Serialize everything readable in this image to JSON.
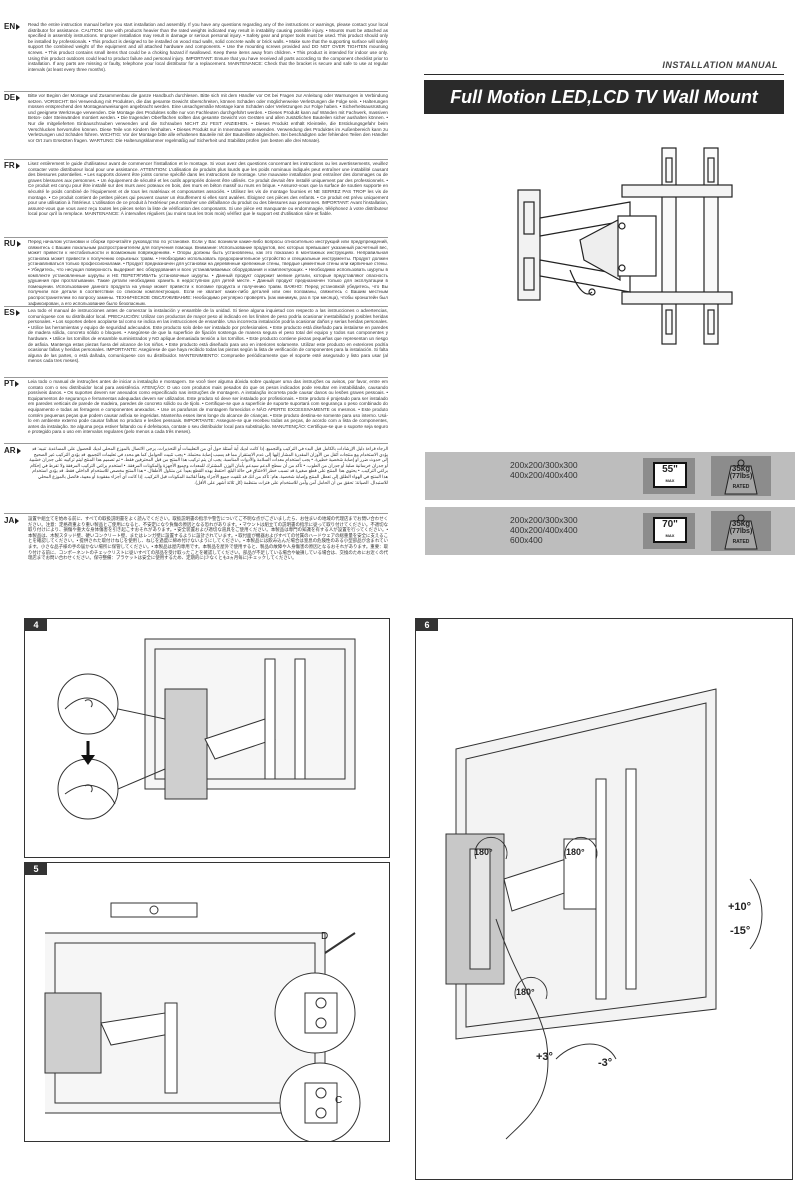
{
  "header": {
    "manual_label": "INSTALLATION MANUAL",
    "title": "Full Motion LED,LCD TV Wall Mount"
  },
  "languages": [
    {
      "code": "EN",
      "text": "Read the entire instruction manual before you start installation and assembly. If you have any questions regarding any of the instructions or warnings, please contact your local distributor for assistance. CAUTION: Use with products heavier than the rated weights indicated may result in instability causing possible injury. • Mounts must be attached as specified in assembly instructions. Improper installation may result in damage or serious personal injury. • Safety gear and proper tools must be used. This product should only be installed by professionals. • This product is designed to be installed on wood stud walls, solid concrete walls or brick walls. • Make sure that the supporting surface will safely support the combined weight of the equipment and all attached hardware and components. • Use the mounting screws provided and DO NOT OVER TIGHTEN mounting screws. • This product contains small items that could be a choking hazard if swallowed. Keep these items away from children. • This product is intended for indoor use only. Using this product outdoors could lead to product failure and personal injury. IMPORTANT: Ensure that you have received all parts according to the component checklist prior to installation. If any parts are missing or faulty, telephone your local distributor for a replacement. MAINTENANCE: Check that the bracket is secure and safe to use at regular intervals (at least every three months)."
    },
    {
      "code": "DE",
      "text": "Bitte vor Beginn der Montage und Zusammenbau die ganze Handbuch durchlesen. Bitte sich mit dem Händler vor Ort bei Fragen zur Anleitung oder Warnungen in Verbindung setzen. VORSICHT: Bei Verwendung mit Produkten, die das gesamte Gewicht überschreiten, können Schäden oder möglicherweise Verletzungen die Folge sein. • Halterungen müssen entsprechend den Montageanweisungen angebracht werden. Eine unsachgemäße Montage kann Schäden oder Verletzungen zur Folge haben. • Sicherheitsausrüstung und geeignete Werkzeuge verwenden. Die Montage des Produktes sollte nur von Fachleuten durchgeführt werden. • Dieses Produkt kann auf Wänden mit Fachwerk, massiven Beton- oder Steinwänden montiert werden. • Die tragenden Oberflächen sollten das gesamte Gewicht von Geräten und allen zusätzlichen Bauteilen sicher aushalten können. • Nur die mitgelieferten Einbauschrauben verwenden und die Schrauben NICHT ZU FEST ANZIEHEN. • Dieses Produkt enthält Kleinteile, die Erstickungsgefahr beim Verschlucken hervorrufen können. Diese Teile von Kindern fernhalten. • Dieses Produkt nur in Innenräumen verwenden. Verwendung des Produktes im Außenbereich kann zu Verletzungen und Schäden führen. WICHTIG: Vor der Montage bitte alle erhaltenen Bauteile mit der Bauteilliste abgleichen. Bei beschädigten oder fehlenden Teilen den Händler vor Ort zum Ersetzten fragen. WARTUNG: Die Halterungsklammer regelmäßig auf Sicherheit und Stabilität prüfen (am besten alle drei Monate)."
    },
    {
      "code": "FR",
      "text": "Lisez entièrement le guide d'utilisateur avant de commencer l'installation et le montage. Si vous avez des questions concernant les instructions ou les avertissements, veuillez contacter votre distributeur local pour une assistance. ATTENTION: L'utilisation de produits plus lourds que les poids nominaux indiqués peut entraîner une instabilité causant des blessures potentielles. • Les supports doivent être joints comme spécifié dans les instructions de montage. Une mauvaise installation peut entraîner des dommages ou de graves blessures aux personnes. • Un équipement de sécurité et les outils appropriés doivent être utilisés. Ce produit devrait être installé uniquement par des professionnels. • Ce produit est conçu pour être installé sur des murs avec poteaux en bois, des murs en béton massif ou murs en brique. • Assurez-vous que la surface de soutien supporte en sécurité le poids combiné de l'équipement et de tous les matériaux et composantes associés. • Utilisez les vis de montage fournies et NE SERREZ PAS TROP les vis de montage. • Ce produit contient de petites pièces qui peuvent causer un étouffement si elles sont avalées. Éloignez ces pièces des enfants. • Ce produit est prévu uniquement pour une utilisation à l'intérieur. L'utilisation de ce produit à l'extérieur peut entraîner une défaillance du produit ou des blessures aux personnes. IMPORTANT: Avant l'installation, assurez-vous que vous avez reçu toutes les pièces selon la liste de vérification des composants. Si une pièce est manquante ou endommagée, téléphonez à votre distributeur local pour qu'il la remplace. MAINTENANCE: À intervalles réguliers (au moins tous les trois mois) vérifiez que le support est d'utilisation sûre et fiable."
    },
    {
      "code": "RU",
      "text": "Перед началом установки и сборки прочитайте руководство по установке. Если у Вас возникли какие-либо вопросы относительно инструкций или предупреждений, свяжитесь с Вашим локальным распространителем для получения помощи. Внимание: Использование продуктов, вес которых превышает указанный расчетный вес, может привести к нестабильности и возможным повреждениям. • Опоры должны быть установлены, как это показано в монтажных инструкциях. Неправильная установка может привести к получению серьезных травм. • Необходимо использовать предохранительное устройство и специальные инструменты. Продукт должен устанавливаться только профессионалами. • Продукт предназначен для установки на деревянные крепежные стены, твердые цементные стены или кирпичные стены. • Убедитесь, что несущая поверхность выдержит вес оборудования и всех устанавливаемых оборудования и комплектующих. • Необходимо использовать шурупы в комплекте установленные шурупы и НЕ ПЕРЕТЯГИВАТЬ установочные шурупы. • Данный продукт содержит мелкие детали, которые представляют опасность удушения при проглатывании. Такие детали необходимо хранить в недоступном для детей месте. • Данный продукт предназначен только для эксплуатации в помещении. Использование данного продукта на улице может привести к поломке продукта и получению травм. ВАЖНО: Перед установкой убедитесь, что Вы получили все детали в соответствии со списком комплектующих. Если не хватает каких-либо деталей или они поломаны, свяжитесь с Вашим местным распространителем по вопросу замены. ТЕХНИЧЕСКОЕ ОБСЛУЖИВАНИЕ: Необходимо регулярно проверять (как минимум, раз в три месяца), чтобы кронштейн был зафиксирован, а его использование было безопасным."
    },
    {
      "code": "ES",
      "text": "Lea todo el manual de instrucciones antes de comenzar la instalación y ensamble de la unidad. Si tiene alguna inquietud con respecto a las instrucciones o advertencias, comuníquese con su distribuidor local. PRECAUCIÓN: Utilizar con productos de mayor peso al indicado en los límites de peso podría ocasionar inestabilidad y posibles heridas personales. • Los soportes deben acoplarse tal como se indica en las instrucciones de ensamble. Una incorrecta instalación podría ocasionar daños y serias heridas personales. • Utilice las herramientas y equipo de seguridad adecuados. Este producto solo debe ser instalado por profesionales. • Este producto está diseñado para instalarse en paredes de madera sólida, concreto sólido o bloques. • Asegúrese de que la superficie de fijación sostenga de manera segura el peso total del equipo y todos sus componentes y hardware. • Utilice los tornillos de ensamble suministrados y NO aplique demasiada tensión a los tornillos. • Este producto contiene piezas pequeñas que representan un riesgo de asfixia. Mantenga estas piezas fuera del alcance de los niños. • Este producto está diseñado para uso en interiores solamente. Utilizar este producto en exteriores podría ocasionar fallas y heridas personales. IMPORTANTE: Asegúrese de que haya recibido todas las piezas según la lista de verificación de componentes para la instalación. Si falta alguna de las partes, o está dañada, comuníquese con su distribuidor. MANTENIMIENTO: Compruebe periódicamente que el soporte esté asegurado y listo para usar (al menos cada tres meses)."
    },
    {
      "code": "PT",
      "text": "Leia todo o manual de instruções antes de iniciar a instalação e montagem. Se você tiver alguma dúvida sobre qualquer uma das instruções ou avisos, por favor, entre em contato com o seu distribuidor local para assistência. ATENÇÃO: O uso com produtos mais pesados do que os pesos indicados pode resultar em instabilidade, causando possíveis danos. • Os suportes devem ser anexados como especificado nas instruções de montagem. A instalação incorreta pode causar danos ou lesões graves pessoais. • Equipamentos de segurança e ferramentas adequadas devem ser utilizados. Este produto só deve ser instalado por profissionais. • Este produto é projetado para ser instalado em paredes verticais de parede de madeira, paredes de concreto sólido ou de tijolo. • Certifique-se que a superfície de suporte suportará com segurança o peso combinado do equipamento e todas as ferragens e componentes anexados. • Use os parafusos de montagem fornecidos e NÃO APERTE EXCESSIVAMENTE os mesmos. • Este produto contém pequenas peças que podem causar asfixia se ingeridas. Mantenha esses itens longe do alcance de crianças. • Este produto destina-se somente para uso interno. Usá-lo em ambiente externo pode causar falhas no produto e lesões pessoais. IMPORTANTE: Assegure-se que recebeu todas as peças, de acordo com a lista de componentes, antes da instalação. Se alguma peça estiver faltando ou é defeituosa, contate o seu distribuidor local para substituição. MANUTENÇÃO: Certifique-se que o suporte seja seguro e protegido para o uso em intervalos regulares (pelo menos a cada três meses)."
    },
    {
      "code": "AR",
      "text": "الرجاء قراءة دليل الإرشادات بالكامل قبل البدء في التركيب والتجميع. إذا كانت لديك أية أسئلة حول أي من التعليمات أو التحذيرات، يرجى الاتصال بالموزع المحلي لديك للحصول على المساعدة. تنبيه: قد يؤدي الاستخدام مع منتجات أثقل من الأوزان المقدرة المشار إليها إلى عدم الاستقرار مما قد يسبب إصابة محتملة. • يجب تثبيت الحوامل كما هو محدد في تعليمات التجميع. قد يؤدي التركيب غير الصحيح إلى حدوث ضرر أو إصابة شخصية خطيرة. • يجب استخدام معدات السلامة والأدوات المناسبة. يجب أن يتم تركيب هذا المنتج من قبل المحترفين فقط. • تم تصميم هذا المنتج ليتم تركيبه على جدران خشبية أو جدران خرسانية صلبة أو جدران من الطوب. • تأكد من أن سطح الدعم سيدعم بأمان الوزن المشترك للمعدات وجميع الأجهزة والمكونات المرفقة. • استخدم براغي التركيب المرفقة ولا تفرط في إحكام براغي التركيب. • يحتوي هذا المنتج على قطع صغيرة قد تسبب خطر الاختناق في حالة البلع. احتفظ بهذه القطع بعيداً عن متناول الأطفال. • هذا المنتج مخصص للاستخدام الداخلي فقط. قد يؤدي استخدام هذا المنتج في الهواء الطلق إلى تعطل المنتج وإصابة شخصية. هام: تأكد من أنك قد تلقيت جميع الأجزاء وفقاً لقائمة المكونات قبل التركيب. إذا كانت أي أجزاء مفقودة أو معيبة، فاتصل بالموزع المحلي للاستبدال. الصيانة: تحقق من أن الحامل آمن وآمن للاستخدام على فترات منتظمة (كل ثلاثة أشهر على الأقل)."
    },
    {
      "code": "JA",
      "text": "設置や組立てを始める前に、すべての取扱説明書をよく読んでください。取扱説明書の指示や警告についてご不明な点がございましたら、お住まいの地域の代理店までお問い合わせください。注意：定格荷重より重い製品とご使用になると、不安定になり負傷の原因となる恐れがあります。• マウントは組立ての説明書の指示に従って取り付けてください。不適切な取り付けにより、損傷や重大な身体傷害を引き起こすおそれがあります。• 安全装置および適切な道具をご使用ください。本製品は専門の知識を有する人が設置を行ってください。• 本製品は、木製スタッド壁、硬いコンクリート壁、またはレンガ壁に設置するように設計されています。• 取付面が機器およびすべての付属のハードウェアの総重量を安全に支えることを確認してください。• 提供された取付けねじを使用し、ねじを過度に締め付けないようにしてください。• 本製品には飲み込んだ場合は窒息の危険性のある小型部品が含まれています。小さな品子様の手の届かない場所に保管してください。• 本製品は屋内専用です。本製品を屋外で使用すると、製品の故障や人身傷害の原因となるおそれがあります。重要：取り付ける前に、コンポーネントのチェックリストに従いすべての部品を受け取ったことを確認してください。部品が不足している場合や破損している場合は、交換のためにお近くの代理店までお問い合わせください。保守整備：ブラケットは安全に使用するため、定期的に(少なくとも3ヵ月毎に)チェックしてください。"
    }
  ],
  "specs": [
    {
      "sizes": [
        "200x200/300x300",
        "400x200/400x400"
      ],
      "tv_size": "55\"",
      "tv_max": "MAX",
      "weight_kg": "35kg",
      "weight_lb": "(77lbs)",
      "rated": "RATED"
    },
    {
      "sizes": [
        "200x200/300x300",
        "400x200/400x400",
        "600x400"
      ],
      "tv_size": "70\"",
      "tv_max": "MAX",
      "weight_kg": "35kg",
      "weight_lb": "(77lbs)",
      "rated": "RATED"
    }
  ],
  "steps": {
    "step4": "4",
    "step5": "5",
    "step6": "6",
    "callout_d": "D",
    "callout_c": "C",
    "rotate_180": "180°",
    "tilt_up": "+10°",
    "tilt_down": "-15°",
    "level_plus": "+3°",
    "level_minus": "-3°"
  }
}
